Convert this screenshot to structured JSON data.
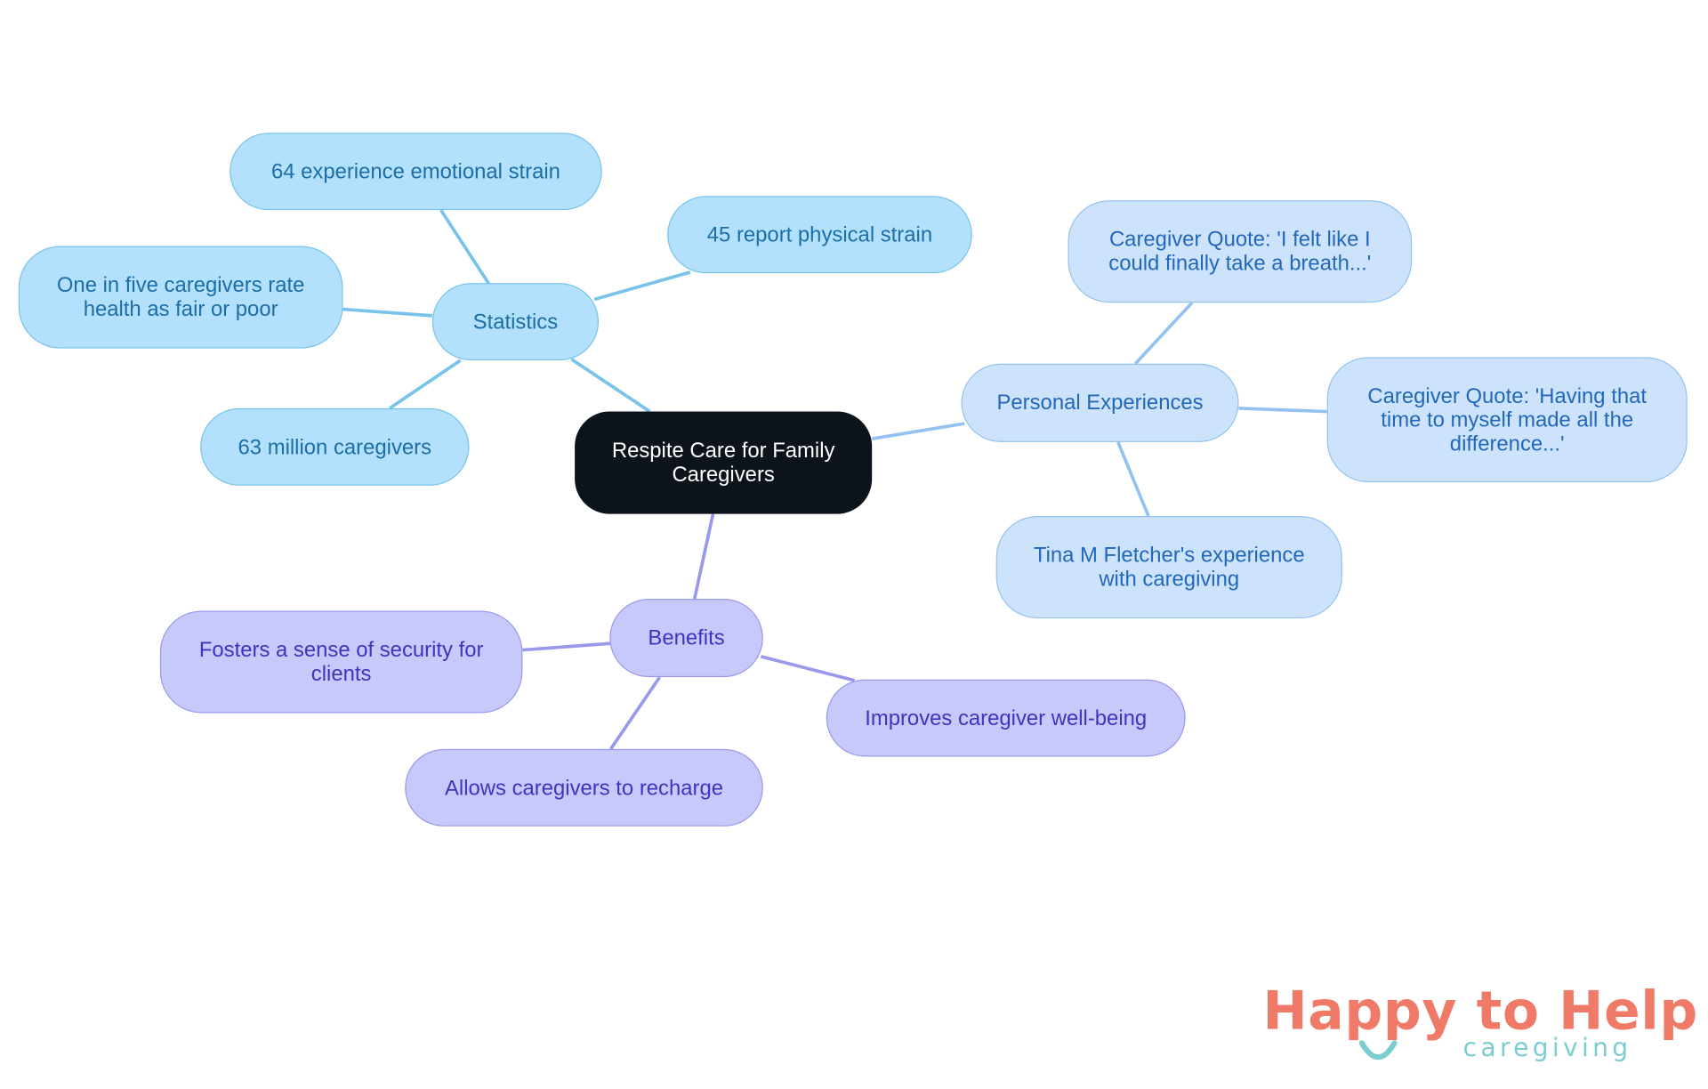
{
  "central": {
    "label": "Respite Care for Family Caregivers"
  },
  "branches": [
    {
      "label": "Statistics",
      "children": [
        "64 experience emotional strain",
        "45 report physical strain",
        "One in five caregivers rate health as fair or poor",
        "63 million caregivers"
      ]
    },
    {
      "label": "Personal Experiences",
      "children": [
        "Caregiver Quote: 'I felt like I could finally take a breath...'",
        "Caregiver Quote: 'Having that time to myself made all the difference...'",
        "Tina M Fletcher's experience with caregiving"
      ]
    },
    {
      "label": "Benefits",
      "children": [
        "Fosters a sense of security for clients",
        "Improves caregiver well-being",
        "Allows caregivers to recharge"
      ]
    }
  ],
  "logo": {
    "name": "Happy to Help",
    "tagline": "caregiving"
  },
  "colors": {
    "central": "#0d131b",
    "statistics": "#b3e0fd",
    "personal_experiences": "#cde3fb",
    "benefits": "#c8c9fb",
    "logo_primary": "#f07a68",
    "logo_accent": "#7ccdd0"
  }
}
